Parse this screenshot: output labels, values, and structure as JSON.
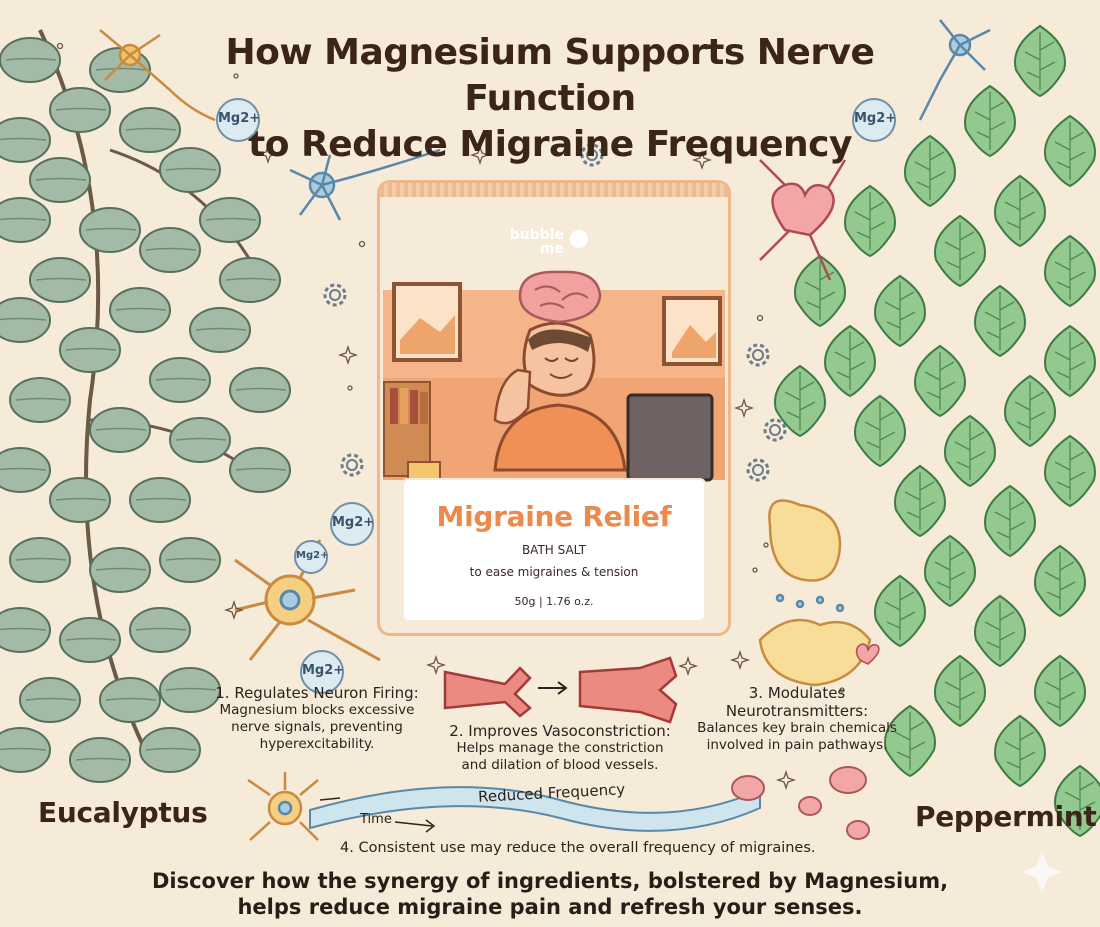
{
  "title": {
    "line1": "How Magnesium Supports Nerve Function",
    "line2": "to Reduce Migraine Frequency"
  },
  "mg_ion": "Mg2+",
  "plants": {
    "left": "Eucalyptus",
    "right": "Peppermint"
  },
  "product": {
    "brand": "bubble me",
    "name": "Migraine Relief",
    "type": "BATH SALT",
    "description": "to ease migraines & tension",
    "weight": "50g | 1.76 o.z."
  },
  "benefits": [
    {
      "heading": "1. Regulates Neuron Firing:",
      "body": [
        "Magnesium blocks excessive",
        "nerve signals, preventing",
        "hyperexcitability."
      ]
    },
    {
      "heading": "2. Improves Vasoconstriction:",
      "body": [
        "Helps manage the constriction",
        "and dilation of blood vessels."
      ]
    },
    {
      "heading_lines": [
        "3. Modulates",
        "Neurotransmitters:"
      ],
      "body": [
        "Balances key brain chemicals",
        "involved in pain pathways."
      ]
    }
  ],
  "frequency": {
    "label": "Reduced Frequency",
    "time_label": "Time",
    "step": "4. Consistent use may reduce the overall frequency of migraines."
  },
  "footer": {
    "line1": "Discover how the synergy of ingredients, bolstered by Magnesium,",
    "line2": "helps reduce migraine pain and refresh your senses."
  },
  "colors": {
    "background": "#f6ead9",
    "eucalyptus_leaf": "#9fb7a3",
    "mint_leaf": "#8fc48b",
    "accent_orange": "#ec8a4c",
    "packet": "#f3c295",
    "neuron": "#f2c46a"
  }
}
